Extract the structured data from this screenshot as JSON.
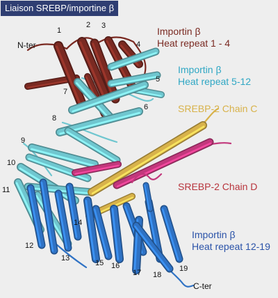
{
  "title": "Liaison SREBP/importine β",
  "colors": {
    "background": "#eeeeee",
    "title_bg": "#2f3e72",
    "importin_1_4": "#7a2a22",
    "importin_5_12": "#6fc6cf",
    "importin_12_19": "#2f72c4",
    "srebp_c": "#d8b24a",
    "srebp_d": "#c2387c"
  },
  "labels": {
    "n_ter": "N-ter",
    "c_ter": "C-ter",
    "importin_1_4": {
      "line1": "Importin β",
      "line2": "Heat repeat 1 - 4"
    },
    "importin_5_12": {
      "line1": "Importin β",
      "line2": "Heat repeat 5-12"
    },
    "srebp_c": "SREBP-2 Chain C",
    "srebp_d": "SREBP-2 Chain D",
    "importin_12_19": {
      "line1": "Importin β",
      "line2": "Heat repeat 12-19"
    }
  },
  "repeat_numbers": [
    "1",
    "2",
    "3",
    "4",
    "5",
    "6",
    "7",
    "8",
    "9",
    "10",
    "11",
    "12",
    "13",
    "14",
    "15",
    "16",
    "17",
    "18",
    "19"
  ]
}
